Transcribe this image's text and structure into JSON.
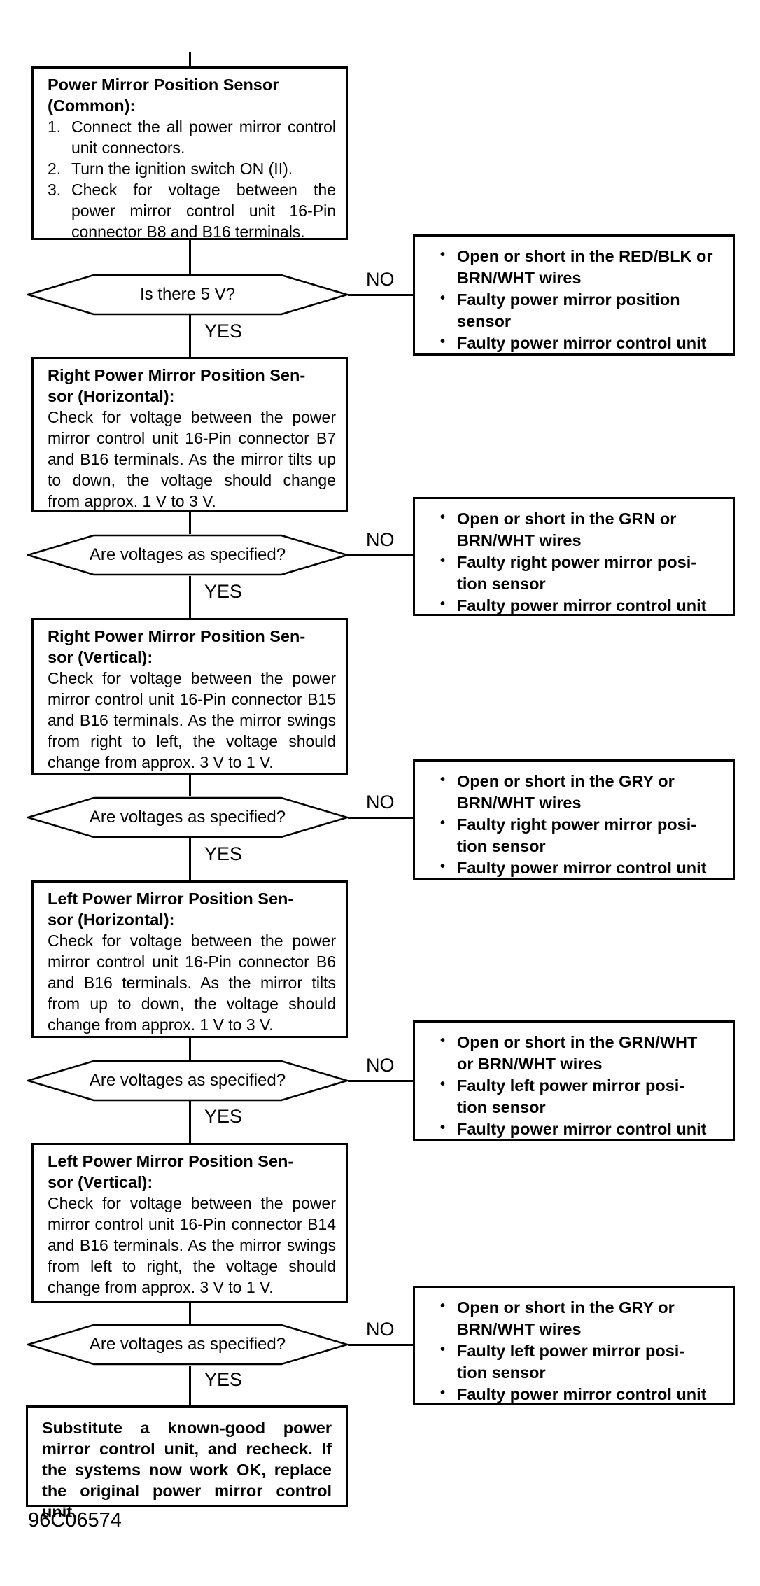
{
  "colors": {
    "line": "#000000",
    "background": "#ffffff"
  },
  "labels": {
    "yes": "YES",
    "no": "NO"
  },
  "flow": {
    "sections": [
      {
        "title": "Power Mirror Position Sensor\n(Common):",
        "items": [
          {
            "num": "1.",
            "text": "Connect the all power mirror control unit connectors."
          },
          {
            "num": "2.",
            "text": "Turn the ignition switch ON (II)."
          },
          {
            "num": "3.",
            "text": "Check for voltage between the power mirror control unit 16-Pin connector B8 and B16 terminals."
          }
        ],
        "decision": "Is there 5 V?",
        "no_items": [
          "Open or short in the RED/BLK or\nBRN/WHT wires",
          "Faulty power mirror position\nsensor",
          "Faulty power mirror control unit"
        ]
      },
      {
        "title": "Right Power Mirror Position Sen-\nsor (Horizontal):",
        "body": "Check for voltage between the power mirror control unit 16-Pin connector B7 and B16 terminals. As the mirror tilts up to down, the voltage should change from approx. 1 V to 3 V.",
        "decision": "Are voltages as specified?",
        "no_items": [
          "Open or short in the GRN or\nBRN/WHT wires",
          "Faulty right power mirror posi-\ntion sensor",
          "Faulty power mirror control unit"
        ]
      },
      {
        "title": "Right Power Mirror Position Sen-\nsor (Vertical):",
        "body": "Check for voltage between the power mirror control unit 16-Pin connector B15 and B16 terminals. As the mirror swings from right to left, the voltage should change from approx. 3 V to 1 V.",
        "decision": "Are voltages as specified?",
        "no_items": [
          "Open or short in the GRY or\nBRN/WHT wires",
          "Faulty right power mirror posi-\ntion sensor",
          "Faulty power mirror control unit"
        ]
      },
      {
        "title": "Left Power Mirror Position Sen-\nsor (Horizontal):",
        "body": "Check for voltage between the power mirror control unit 16-Pin connector B6 and B16 terminals. As the mirror tilts from up to down, the voltage should change from approx. 1 V to 3 V.",
        "decision": "Are voltages as specified?",
        "no_items": [
          "Open or short in the GRN/WHT\nor BRN/WHT wires",
          "Faulty left power mirror posi-\ntion sensor",
          "Faulty power mirror control unit"
        ]
      },
      {
        "title": "Left Power Mirror Position Sen-\nsor (Vertical):",
        "body": "Check for voltage between the power mirror control unit 16-Pin connector B14 and B16 terminals. As the mirror swings from left to right, the voltage should change from approx. 3 V to 1 V.",
        "decision": "Are voltages as specified?",
        "no_items": [
          "Open or short in the GRY or\nBRN/WHT wires",
          "Faulty left power mirror posi-\ntion sensor",
          "Faulty power mirror control unit"
        ]
      }
    ],
    "final": "Substitute a known-good power mirror control unit, and recheck. If the systems now work OK, replace the original power mirror control unit."
  },
  "footer": {
    "code": "96C06574"
  }
}
